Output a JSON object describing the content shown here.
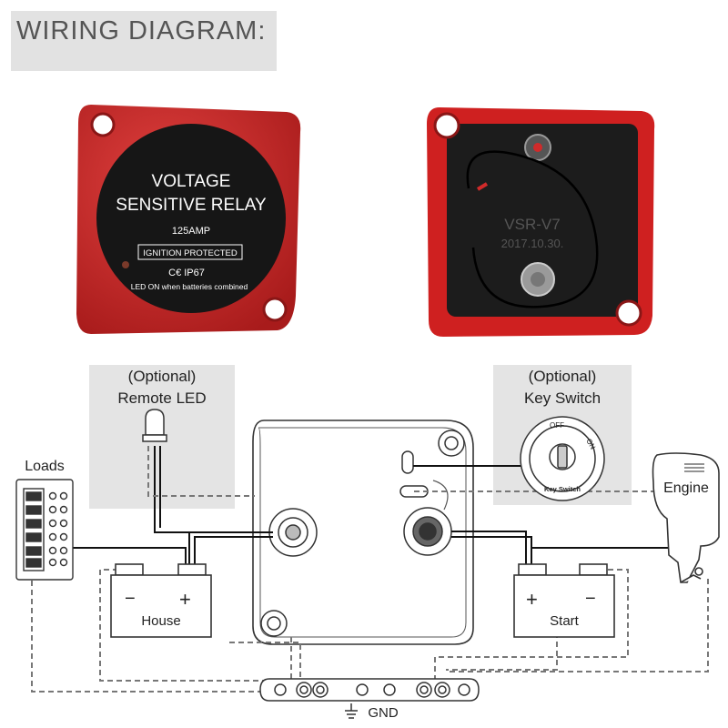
{
  "header": {
    "title": "WIRING DIAGRAM:"
  },
  "relay_front": {
    "line1": "VOLTAGE",
    "line2": "SENSITIVE RELAY",
    "rating": "125AMP",
    "ignition": "IGNITION PROTECTED",
    "cert": "C€ IP67",
    "led_note": "LED ON when batteries combined"
  },
  "relay_back": {
    "model": "VSR-V7",
    "date": "2017.10.30."
  },
  "diagram": {
    "remote_led_opt": "(Optional)",
    "remote_led": "Remote LED",
    "key_switch_opt": "(Optional)",
    "key_switch": "Key Switch",
    "key_off": "OFF",
    "key_on": "ON",
    "key_label": "Key Switch",
    "loads": "Loads",
    "engine": "Engine",
    "house": "House",
    "start": "Start",
    "gnd": "GND",
    "minus": "−",
    "plus": "+"
  },
  "colors": {
    "relay_red": "#d42a2a",
    "panel_gray": "#e4e4e4",
    "wire": "#111111",
    "dashed_wire": "#777777"
  }
}
